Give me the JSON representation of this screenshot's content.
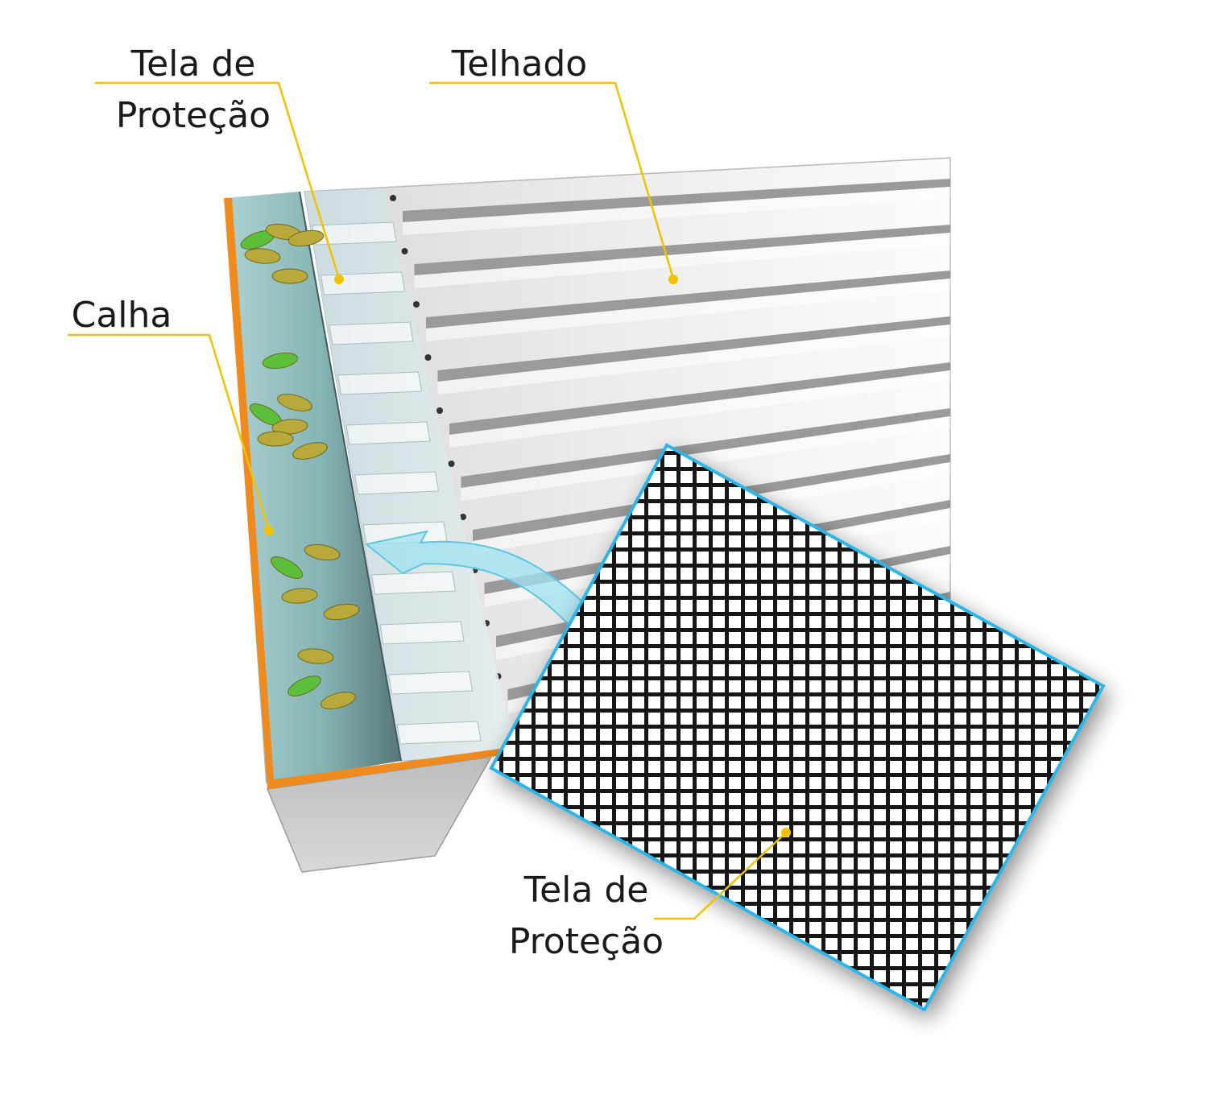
{
  "labels": {
    "top_screen": {
      "line1": "Tela de",
      "line2": "Proteção"
    },
    "roof": {
      "text": "Telhado"
    },
    "gutter": {
      "text": "Calha"
    },
    "bottom_screen": {
      "line1": "Tela de",
      "line2": "Proteção"
    }
  },
  "colors": {
    "leader_line": "#f2c200",
    "gutter_edge": "#f08a1c",
    "gutter_water": "#7fb7b5",
    "mesh_border": "#29b6e8",
    "roof_light": "#f2f2f2",
    "roof_groove": "#9a9a9a",
    "leaf_green": "#5cbf3a",
    "leaf_olive": "#b9a83a",
    "arrow_fill": "#9fe3f2"
  }
}
